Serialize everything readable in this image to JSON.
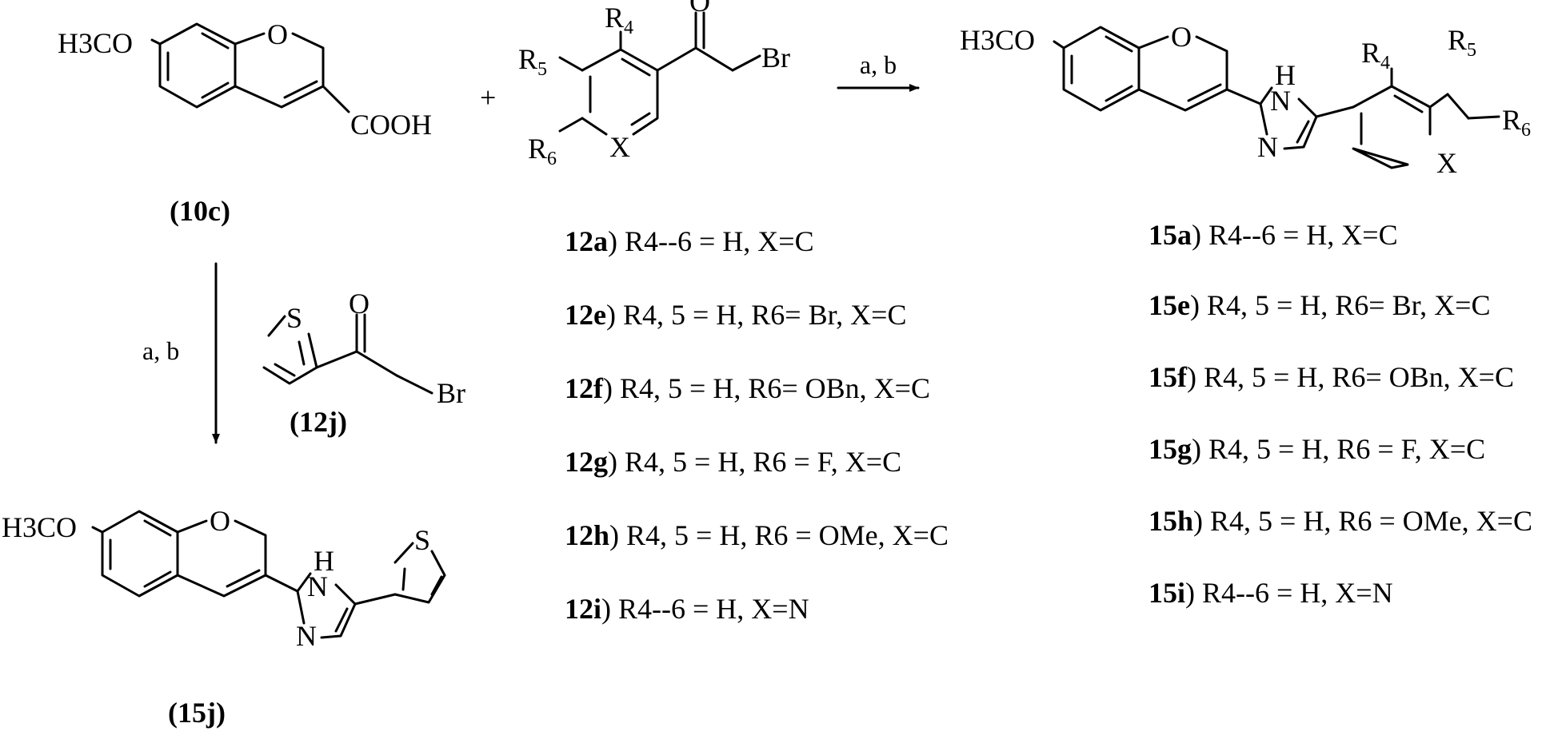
{
  "scheme": {
    "reagents": {
      "top_arrow": "a, b",
      "down_arrow": "a, b"
    },
    "plus_sign": "+",
    "compounds": {
      "c10": {
        "id": "10c",
        "carboxylic_group": "COOH"
      },
      "c12": {
        "substituents": [
          "R4",
          "R5",
          "R6"
        ],
        "ring_atom": "X",
        "halogen": "Br"
      },
      "c12j": {
        "id": "12j",
        "hetero_atom": "S",
        "halogen": "Br"
      },
      "c15": {
        "nh": "H",
        "ring_n": "N",
        "substituents": [
          "R4",
          "R5",
          "R6"
        ],
        "ring_atom": "X"
      },
      "c15j": {
        "id": "15j",
        "hetero_atom": "S",
        "nh": "H",
        "ring_n": "N"
      }
    },
    "methoxy": "H3CO",
    "ring_o": "O",
    "carbonyl_o": "O",
    "series_12": [
      {
        "label": "12a",
        "text": "R4--6 = H, X=C"
      },
      {
        "label": "12e",
        "text": "R4, 5 = H, R6= Br, X=C"
      },
      {
        "label": "12f",
        "text": "R4, 5 = H, R6= OBn, X=C"
      },
      {
        "label": "12g",
        "text": "R4, 5 = H, R6 = F, X=C"
      },
      {
        "label": "12h",
        "text": "R4, 5 = H, R6 = OMe, X=C"
      },
      {
        "label": "12i",
        "text": "R4--6 = H, X=N"
      }
    ],
    "series_15": [
      {
        "label": "15a",
        "text": "R4--6 = H, X=C"
      },
      {
        "label": "15e",
        "text": "R4, 5 = H, R6= Br, X=C"
      },
      {
        "label": "15f",
        "text": "R4, 5 = H, R6= OBn, X=C"
      },
      {
        "label": "15g",
        "text": "R4, 5 = H, R6 = F, X=C"
      },
      {
        "label": "15h",
        "text": "R4, 5 = H, R6 = OMe, X=C"
      },
      {
        "label": "15i",
        "text": "R4--6 = H, X=N"
      }
    ]
  }
}
